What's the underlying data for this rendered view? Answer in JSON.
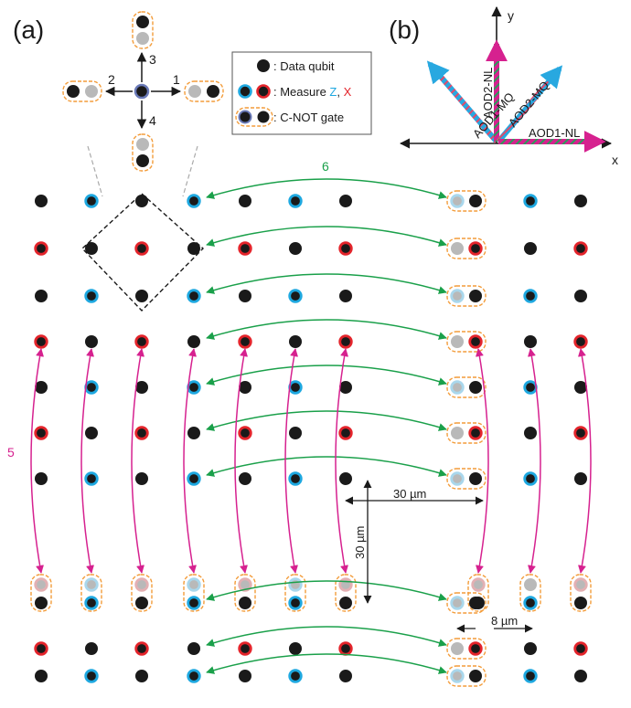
{
  "panels": {
    "a": "(a)",
    "b": "(b)"
  },
  "legend": {
    "data_qubit": ": Data qubit",
    "measure_prefix": ": Measure ",
    "measure_z": "Z",
    "measure_sep": ", ",
    "measure_x": "X",
    "cnot": ": C-NOT gate"
  },
  "steps": {
    "s1": "1",
    "s2": "2",
    "s3": "3",
    "s4": "4",
    "s5": "5",
    "s6": "6"
  },
  "dimensions": {
    "horizontal": "30 µm",
    "vertical": "30 µm",
    "gap": "8 µm"
  },
  "axes": {
    "x": "x",
    "y": "y",
    "aod1_mq": "AOD1-MQ",
    "aod2_nl": "AOD2-NL",
    "aod2_mq": "AOD2-MQ",
    "aod1_nl": "AOD1-NL"
  },
  "colors": {
    "data": "#1a1a1a",
    "measure_z": "#1ea8e0",
    "measure_x": "#e3242b",
    "ghost": "#b9b9b9",
    "ghost_z": "#a9d7ec",
    "ghost_x": "#e3b0b3",
    "cnot_outline": "#f39c3a",
    "green": "#1aa04a",
    "magenta": "#d6218f",
    "blue": "#28a8e0"
  }
}
